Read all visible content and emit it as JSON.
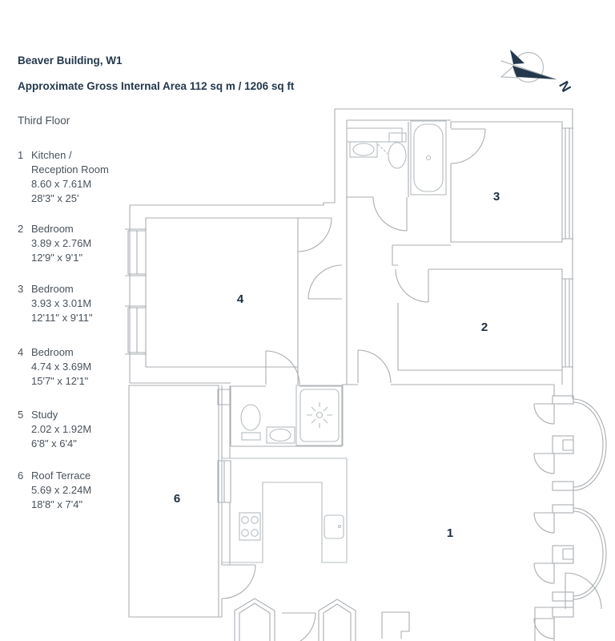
{
  "header": {
    "building": "Beaver Building, W1",
    "area_line": "Approximate Gross Internal Area 112 sq m  /  1206 sq ft",
    "floor": "Third Floor"
  },
  "rooms": [
    {
      "number": "1",
      "name": "Kitchen /",
      "name2": "Reception Room",
      "metric": "8.60 x 7.61M",
      "imperial": "28'3\" x 25'"
    },
    {
      "number": "2",
      "name": "Bedroom",
      "metric": "3.89 x 2.76M",
      "imperial": "12'9\" x 9'1\""
    },
    {
      "number": "3",
      "name": "Bedroom",
      "metric": "3.93 x 3.01M",
      "imperial": "12'11\" x 9'11\""
    },
    {
      "number": "4",
      "name": "Bedroom",
      "metric": "4.74 x 3.69M",
      "imperial": "15'7\" x 12'1\""
    },
    {
      "number": "5",
      "name": "Study",
      "metric": "2.02 x 1.92M",
      "imperial": "6'8\" x 6'4\""
    },
    {
      "number": "6",
      "name": "Roof Terrace",
      "metric": "5.69 x 2.24M",
      "imperial": "18'8\" x 7'4\""
    }
  ],
  "plan_labels": {
    "room1": "1",
    "room2": "2",
    "room3": "3",
    "room4": "4",
    "room6": "6"
  },
  "compass": {
    "north_label": "N"
  },
  "colors": {
    "ink": "#24384d",
    "text": "#49525b",
    "line": "#a9aeb2",
    "fixture": "#b6bcc0",
    "label": "#1d2d3e"
  }
}
